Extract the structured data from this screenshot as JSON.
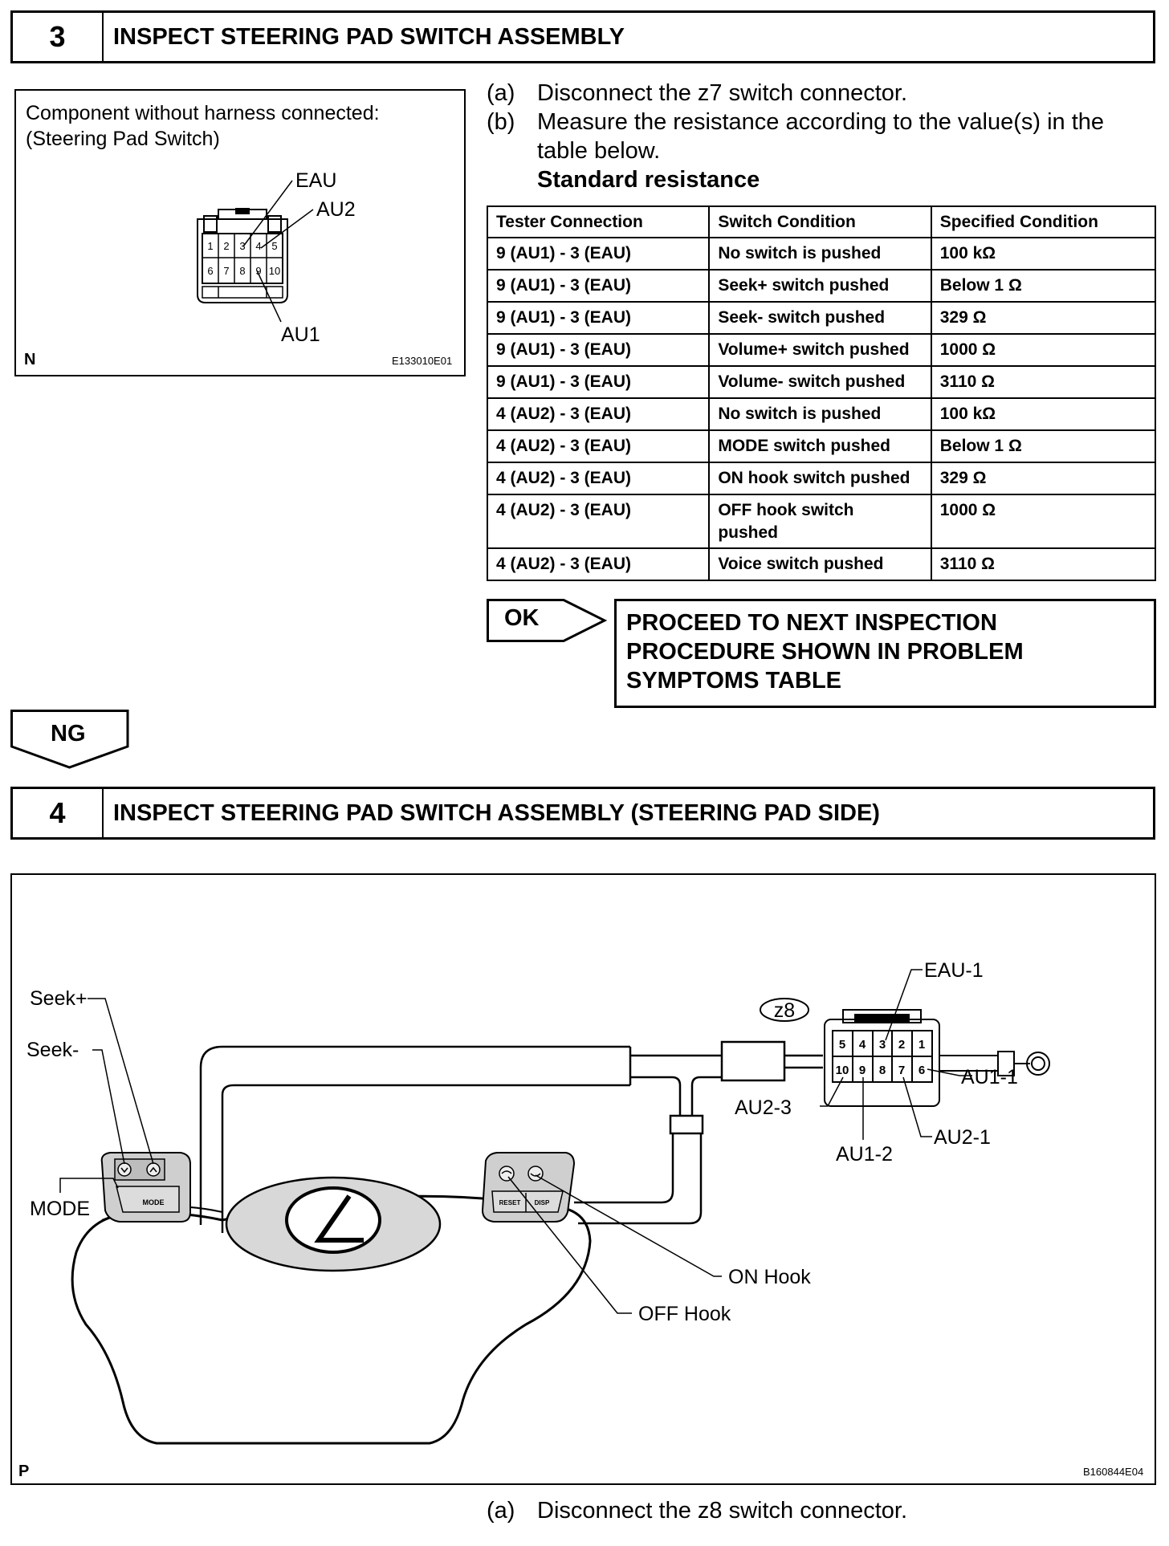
{
  "step3": {
    "number": "3",
    "title": "INSPECT STEERING PAD SWITCH ASSEMBLY"
  },
  "figure1": {
    "caption_line1": "Component without harness connected:",
    "caption_line2": "(Steering Pad Switch)",
    "pins_top": [
      "1",
      "2",
      "3",
      "4",
      "5"
    ],
    "pins_bottom": [
      "6",
      "7",
      "8",
      "9",
      "10"
    ],
    "label_eau": "EAU",
    "label_au2": "AU2",
    "label_au1": "AU1",
    "letter": "N",
    "code": "E133010E01"
  },
  "instructions": {
    "a_mark": "(a)",
    "a_text": "Disconnect the z7 switch connector.",
    "b_mark": "(b)",
    "b_line1": "Measure the resistance according to the value(s) in the",
    "b_line2": "table below.",
    "standard_label": "Standard resistance"
  },
  "table": {
    "headers": [
      "Tester Connection",
      "Switch Condition",
      "Specified Condition"
    ],
    "rows": [
      [
        "9 (AU1) - 3 (EAU)",
        "No switch is pushed",
        "100 kΩ"
      ],
      [
        "9 (AU1) - 3 (EAU)",
        "Seek+ switch pushed",
        "Below 1 Ω"
      ],
      [
        "9 (AU1) - 3 (EAU)",
        "Seek- switch pushed",
        "329 Ω"
      ],
      [
        "9 (AU1) - 3 (EAU)",
        "Volume+ switch pushed",
        "1000 Ω"
      ],
      [
        "9 (AU1) - 3 (EAU)",
        "Volume- switch pushed",
        "3110 Ω"
      ],
      [
        "4 (AU2) - 3 (EAU)",
        "No switch is pushed",
        "100 kΩ"
      ],
      [
        "4 (AU2) - 3 (EAU)",
        "MODE switch pushed",
        "Below 1 Ω"
      ],
      [
        "4 (AU2) - 3 (EAU)",
        "ON hook switch pushed",
        "329 Ω"
      ],
      [
        "4 (AU2) - 3 (EAU)",
        "OFF hook switch pushed",
        "1000 Ω"
      ],
      [
        "4 (AU2) - 3 (EAU)",
        "Voice switch pushed",
        "3110 Ω"
      ]
    ]
  },
  "result_ok": {
    "label": "OK",
    "line1": "PROCEED TO NEXT INSPECTION",
    "line2": "PROCEDURE SHOWN IN PROBLEM",
    "line3": "SYMPTOMS TABLE"
  },
  "result_ng": {
    "label": "NG"
  },
  "step4": {
    "number": "4",
    "title": "INSPECT STEERING PAD SWITCH ASSEMBLY (STEERING PAD SIDE)"
  },
  "figure2": {
    "connector_name": "z8",
    "pins_top": [
      "5",
      "4",
      "3",
      "2",
      "1"
    ],
    "pins_bottom": [
      "10",
      "9",
      "8",
      "7",
      "6"
    ],
    "label_eau1": "EAU-1",
    "label_au1_1": "AU1-1",
    "label_au2_3": "AU2-3",
    "label_au1_2": "AU1-2",
    "label_au2_1": "AU2-1",
    "label_seek_plus": "Seek+",
    "label_seek_minus": "Seek-",
    "label_mode": "MODE",
    "label_on_hook": "ON Hook",
    "label_off_hook": "OFF Hook",
    "btn_mode": "MODE",
    "btn_reset": "RESET",
    "btn_disp": "DISP",
    "letter": "P",
    "code": "B160844E04"
  },
  "step4_instruction": {
    "a_mark": "(a)",
    "a_text": "Disconnect the z8 switch connector."
  }
}
